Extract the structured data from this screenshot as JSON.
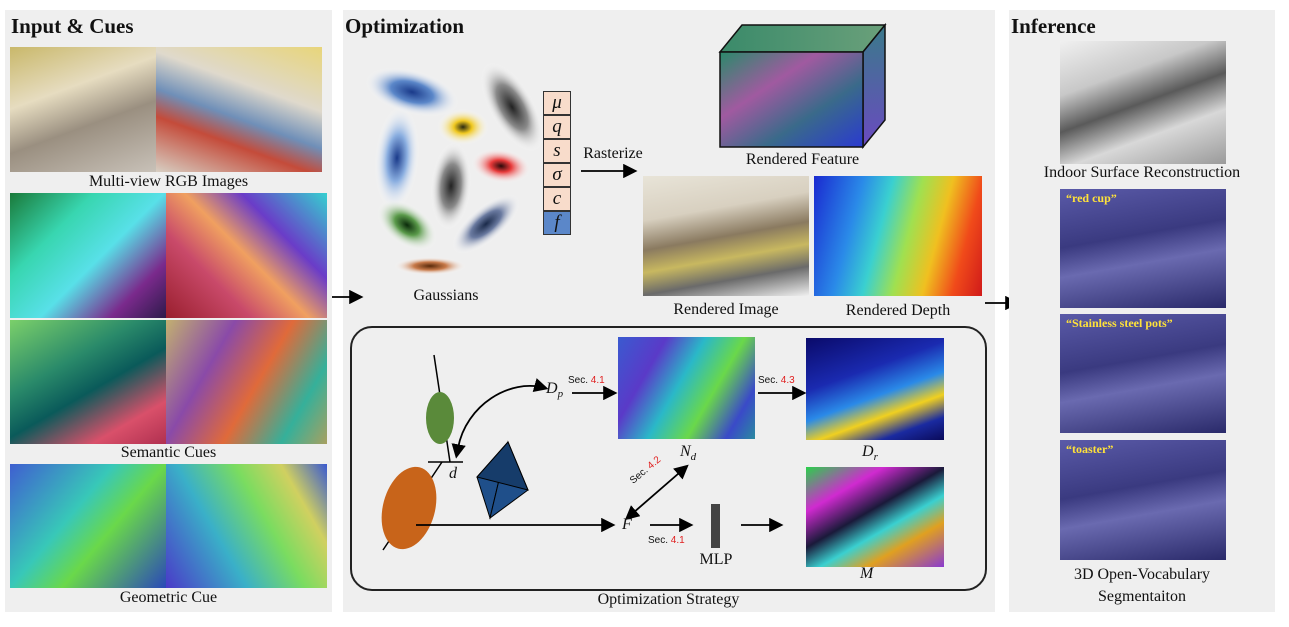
{
  "panels": {
    "input": {
      "title": "Input & Cues",
      "captions": [
        "Multi-view RGB Images",
        "Semantic Cues",
        "Geometric Cue"
      ]
    },
    "optimization": {
      "title": "Optimization",
      "gaussians_caption": "Gaussians",
      "attributes": [
        "μ",
        "q",
        "s",
        "σ",
        "c",
        "f"
      ],
      "rasterize_label": "Rasterize",
      "captions": {
        "feature": "Rendered Feature",
        "image": "Rendered Image",
        "depth": "Rendered Depth"
      }
    },
    "strategy": {
      "caption": "Optimization Strategy",
      "sec_prefix": "Sec.",
      "sections": [
        "4.1",
        "4.3",
        "4.2",
        "4.1"
      ],
      "symbols": {
        "dp": "D",
        "dp_sub": "p",
        "dr": "D",
        "dr_sub": "r",
        "nd": "N",
        "nd_sub": "d",
        "d": "d",
        "f": "F",
        "m": "M"
      },
      "mlp_label": "MLP"
    },
    "inference": {
      "title": "Inference",
      "surface_caption": "Indoor Surface Reconstruction",
      "queries": [
        "“red cup”",
        "“Stainless steel pots”",
        "“toaster”"
      ],
      "seg_caption_line1": "3D Open-Vocabulary",
      "seg_caption_line2": "Segmentaiton"
    }
  },
  "colors": {
    "panel_bg": "#efefef",
    "section_red": "#e02020",
    "query_yellow": "#ffe23a",
    "feature_attr_blue": "#5b87c9",
    "attr_peach": "#f8dccb"
  }
}
